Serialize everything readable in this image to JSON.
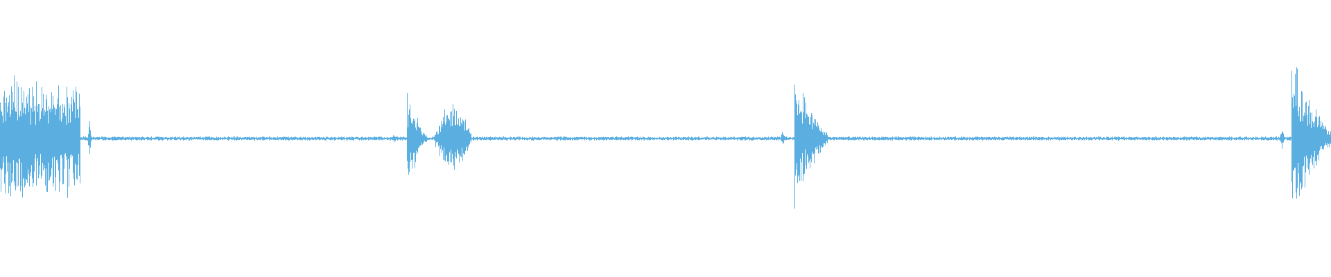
{
  "waveform": {
    "color": "#5aaee0",
    "background": "#ffffff",
    "baseline_amplitude": 0.025,
    "bursts": [
      {
        "center": 0.03,
        "width": 0.06,
        "peak": 0.72,
        "profile": "flat"
      },
      {
        "center": 0.067,
        "width": 0.003,
        "peak": 0.24,
        "profile": "spike"
      },
      {
        "center": 0.296,
        "width": 0.004,
        "peak": 0.06,
        "profile": "spike"
      },
      {
        "center": 0.313,
        "width": 0.015,
        "peak": 0.56,
        "profile": "decay"
      },
      {
        "center": 0.34,
        "width": 0.03,
        "peak": 0.44,
        "profile": "dome"
      },
      {
        "center": 0.588,
        "width": 0.004,
        "peak": 0.1,
        "profile": "spike"
      },
      {
        "center": 0.609,
        "width": 0.025,
        "peak": 0.82,
        "profile": "decay"
      },
      {
        "center": 0.963,
        "width": 0.004,
        "peak": 0.12,
        "profile": "spike"
      },
      {
        "center": 0.985,
        "width": 0.03,
        "peak": 1.0,
        "profile": "decay"
      }
    ]
  }
}
